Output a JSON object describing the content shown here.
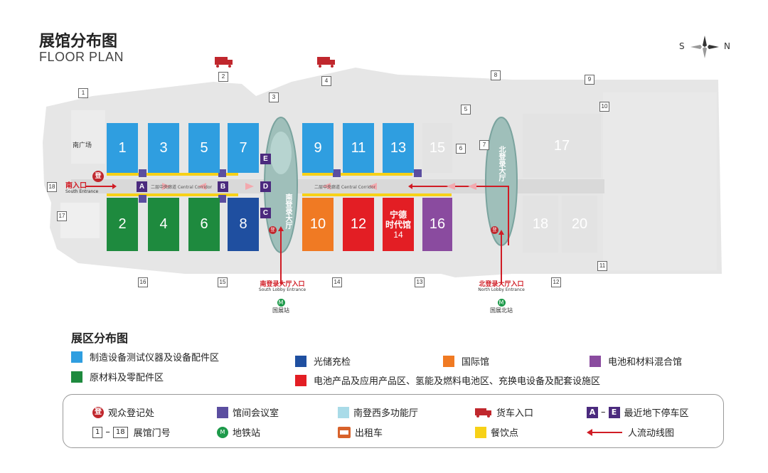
{
  "header": {
    "title_cn": "展馆分布图",
    "title_en": "FLOOR PLAN"
  },
  "compass": {
    "south": "S",
    "north": "N"
  },
  "halls": [
    {
      "id": "1",
      "label": "1",
      "zone": "blue"
    },
    {
      "id": "3",
      "label": "3",
      "zone": "blue"
    },
    {
      "id": "5",
      "label": "5",
      "zone": "blue"
    },
    {
      "id": "7",
      "label": "7",
      "zone": "blue"
    },
    {
      "id": "2",
      "label": "2",
      "zone": "green"
    },
    {
      "id": "4",
      "label": "4",
      "zone": "green"
    },
    {
      "id": "6",
      "label": "6",
      "zone": "green"
    },
    {
      "id": "8",
      "label": "8",
      "zone": "navy"
    },
    {
      "id": "9",
      "label": "9",
      "zone": "blue"
    },
    {
      "id": "11",
      "label": "11",
      "zone": "blue"
    },
    {
      "id": "13",
      "label": "13",
      "zone": "blue"
    },
    {
      "id": "10",
      "label": "10",
      "zone": "orange"
    },
    {
      "id": "12",
      "label": "12",
      "zone": "red"
    },
    {
      "id": "14",
      "label": "宁德\n时代馆\n14",
      "zone": "red"
    },
    {
      "id": "16",
      "label": "16",
      "zone": "purple"
    },
    {
      "id": "15",
      "label": "15",
      "zone": "ghost"
    },
    {
      "id": "17",
      "label": "17",
      "zone": "ghost"
    },
    {
      "id": "18",
      "label": "18",
      "zone": "ghost"
    },
    {
      "id": "20",
      "label": "20",
      "zone": "ghost"
    }
  ],
  "hall14": {
    "line1": "宁德",
    "line2": "时代馆",
    "line3": "14"
  },
  "gates": [
    "1",
    "2",
    "3",
    "4",
    "5",
    "6",
    "7",
    "8",
    "9",
    "10",
    "11",
    "12",
    "13",
    "14",
    "15",
    "16",
    "17",
    "18"
  ],
  "parking": [
    "A",
    "B",
    "C",
    "D",
    "E"
  ],
  "places": {
    "south_plaza": "南广场",
    "south_entrance": "南入口",
    "south_entrance_en": "South Entrance",
    "corridor_left": "二层中央廊道 Central Corridor",
    "corridor_right": "二层中央廊道 Central Corridor",
    "south_lobby": "南登录大厅",
    "north_lobby": "北登录大厅",
    "south_lobby_entrance": "南登录大厅入口",
    "south_lobby_entrance_en": "South Lobby Entrance",
    "north_lobby_entrance": "北登录大厅入口",
    "north_lobby_entrance_en": "North Lobby Entrance",
    "station_south": "国展站",
    "station_north": "国展北站",
    "register": "登"
  },
  "zones": {
    "title": "展区分布图",
    "items": [
      {
        "label": "制造设备测试仪器及设备配件区",
        "color": "#2f9ee0"
      },
      {
        "label": "光储充检",
        "color": "#1f4fa0"
      },
      {
        "label": "国际馆",
        "color": "#f07a23"
      },
      {
        "label": "电池和材料混合馆",
        "color": "#8a4b9f"
      },
      {
        "label": "原材料及零配件区",
        "color": "#1e8a3e"
      },
      {
        "label": "电池产品及应用产品区、氢能及燃料电池区、充换电设备及配套设施区",
        "color": "#e31e24"
      }
    ]
  },
  "legend": {
    "register": "观众登记处",
    "meeting": "馆间会议室",
    "multi_hall": "南登西多功能厅",
    "truck": "货车入口",
    "parking": "最近地下停车区",
    "gates": "展馆门号",
    "metro": "地铁站",
    "taxi": "出租车",
    "dining": "餐饮点",
    "flow": "人流动线图",
    "gate_from": "1",
    "gate_to": "18",
    "park_from": "A",
    "park_to": "E",
    "dash": "–"
  },
  "colors": {
    "blue": "#2f9ee0",
    "green": "#1e8a3e",
    "navy": "#1f4fa0",
    "orange": "#f07a23",
    "red": "#e31e24",
    "purple": "#8a4b9f",
    "ghost": "#e3e3e3",
    "meeting": "#5b4ea0",
    "lobby": "#a9c9c6",
    "dining": "#f7d117",
    "flow": "#d01c25",
    "metro": "#1d9a4a"
  }
}
